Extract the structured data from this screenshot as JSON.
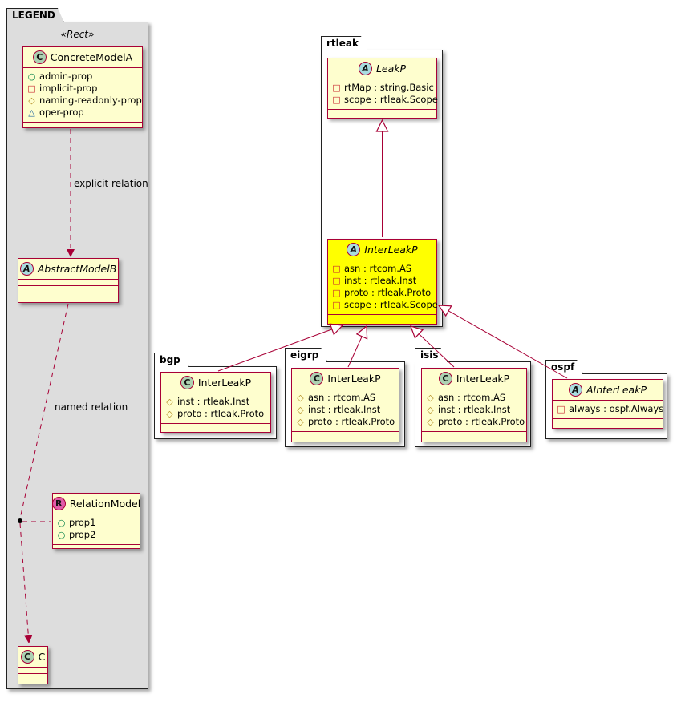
{
  "colors": {
    "accent": "#A80036",
    "class_bg": "#FEFECE",
    "highlight_bg": "#FFFF00",
    "legend_bg": "#DDDDDD",
    "spot_class_bg": "#ADD1B2",
    "spot_abstract_bg": "#A9DCDF",
    "spot_relation_bg": "#E05CA9",
    "vis_circle": "#038048",
    "vis_square": "#C82930",
    "vis_diamond": "#B38D22",
    "vis_triangle": "#1963A0"
  },
  "legend": {
    "title": "LEGEND",
    "stereotype": "«Rect»",
    "explicit_relation_label": "explicit relation",
    "named_relation_label": "named relation",
    "concrete_model_a": {
      "spot": "C",
      "name": "ConcreteModelA",
      "props": [
        {
          "icon": "circle",
          "text": "admin-prop"
        },
        {
          "icon": "square",
          "text": "implicit-prop"
        },
        {
          "icon": "diamond",
          "text": "naming-readonly-prop"
        },
        {
          "icon": "triangle",
          "text": "oper-prop"
        }
      ]
    },
    "abstract_model_b": {
      "spot": "A",
      "name": "AbstractModelB"
    },
    "relation_model": {
      "spot": "R",
      "name": "RelationModel",
      "props": [
        {
          "icon": "circle",
          "text": "prop1"
        },
        {
          "icon": "circle",
          "text": "prop2"
        }
      ]
    },
    "class_c": {
      "spot": "C",
      "name": "C"
    }
  },
  "rtleak": {
    "title": "rtleak",
    "leak_p": {
      "spot": "A",
      "name": "LeakP",
      "props": [
        {
          "icon": "square",
          "text": "rtMap : string.Basic"
        },
        {
          "icon": "square",
          "text": "scope : rtleak.Scope"
        }
      ]
    },
    "inter_leak_p": {
      "spot": "A",
      "name": "InterLeakP",
      "props": [
        {
          "icon": "square",
          "text": "asn : rtcom.AS"
        },
        {
          "icon": "square",
          "text": "inst : rtleak.Inst"
        },
        {
          "icon": "square",
          "text": "proto : rtleak.Proto"
        },
        {
          "icon": "square",
          "text": "scope : rtleak.Scope"
        }
      ]
    }
  },
  "bgp": {
    "title": "bgp",
    "inter_leak_p": {
      "spot": "C",
      "name": "InterLeakP",
      "props": [
        {
          "icon": "diamond",
          "text": "inst : rtleak.Inst"
        },
        {
          "icon": "diamond",
          "text": "proto : rtleak.Proto"
        }
      ]
    }
  },
  "eigrp": {
    "title": "eigrp",
    "inter_leak_p": {
      "spot": "C",
      "name": "InterLeakP",
      "props": [
        {
          "icon": "diamond",
          "text": "asn : rtcom.AS"
        },
        {
          "icon": "diamond",
          "text": "inst : rtleak.Inst"
        },
        {
          "icon": "diamond",
          "text": "proto : rtleak.Proto"
        }
      ]
    }
  },
  "isis": {
    "title": "isis",
    "inter_leak_p": {
      "spot": "C",
      "name": "InterLeakP",
      "props": [
        {
          "icon": "diamond",
          "text": "asn : rtcom.AS"
        },
        {
          "icon": "diamond",
          "text": "inst : rtleak.Inst"
        },
        {
          "icon": "diamond",
          "text": "proto : rtleak.Proto"
        }
      ]
    }
  },
  "ospf": {
    "title": "ospf",
    "a_inter_leak_p": {
      "spot": "A",
      "name": "AInterLeakP",
      "props": [
        {
          "icon": "square",
          "text": "always : ospf.Always"
        }
      ]
    }
  }
}
